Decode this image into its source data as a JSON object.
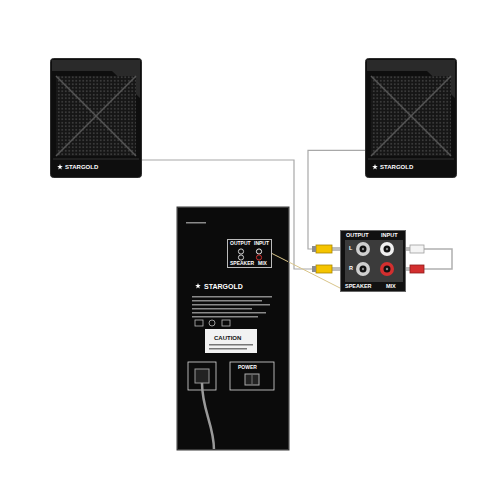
{
  "diagram": {
    "nodes": [
      {
        "text": [
          "STARGOLD"
        ]
      },
      {
        "text": [
          "STARGOLD"
        ]
      },
      {
        "text": [
          "STARGOLD",
          "CAUTION",
          "POWER"
        ]
      },
      {
        "text": [
          "OUTPUT",
          "INPUT",
          "SPEAKER",
          "MIX"
        ],
        "in": 2
      },
      {
        "text": [
          "OUTPUT",
          "INPUT",
          "SPEAKER",
          "MIX",
          "L",
          "R"
        ]
      }
    ],
    "edges": [
      {
        "from": 0,
        "to": 4,
        "arrow": "none"
      },
      {
        "from": 1,
        "to": 4,
        "arrow": "none"
      },
      {
        "from": 4,
        "to": 3,
        "arrow": "none"
      }
    ]
  }
}
